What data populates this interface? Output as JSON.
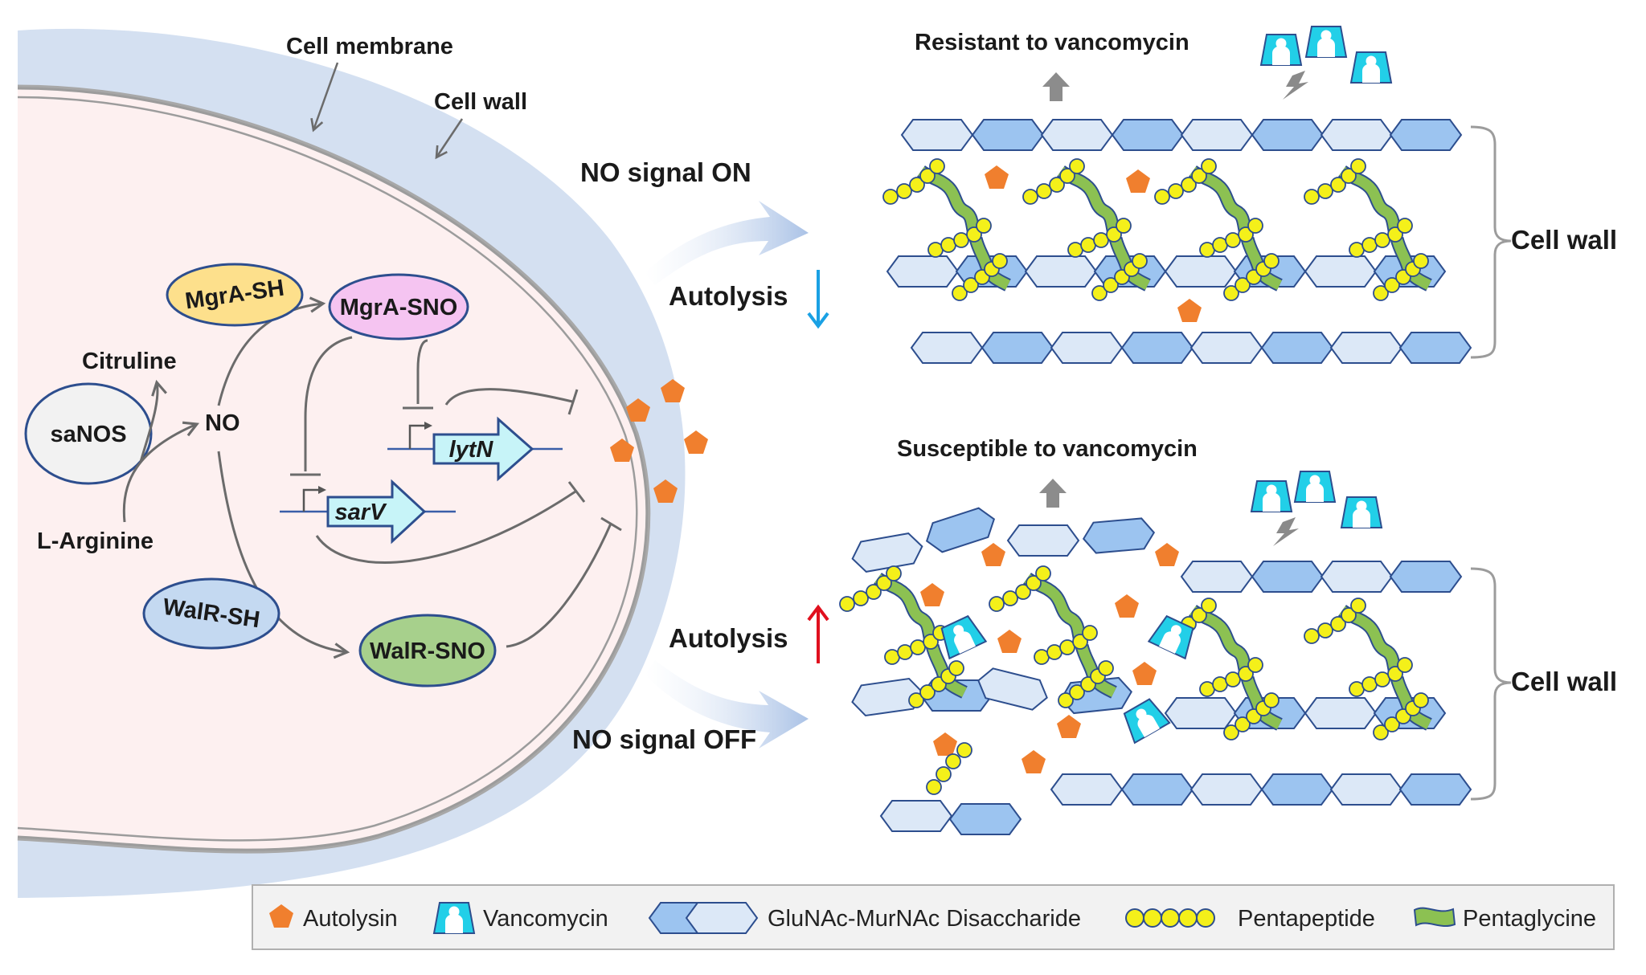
{
  "cell": {
    "membrane_label": "Cell membrane",
    "wall_label": "Cell wall",
    "citruline": "Citruline",
    "sanos": "saNOS",
    "l_arginine": "L-Arginine",
    "no": "NO",
    "mgra_sh": "MgrA-SH",
    "mgra_sno": "MgrA-SNO",
    "walr_sh": "WalR-SH",
    "walr_sno": "WalR-SNO",
    "lytn": "lytN",
    "sarv": "sarV"
  },
  "signals": {
    "on": "NO signal ON",
    "off": "NO signal OFF",
    "autolysis_down": "Autolysis",
    "autolysis_up": "Autolysis"
  },
  "panels": {
    "top_title": "Resistant to vancomycin",
    "bottom_title": "Susceptible to vancomycin",
    "top_brace_label": "Cell wall",
    "bottom_brace_label": "Cell wall"
  },
  "legend": {
    "autolysin": "Autolysin",
    "vancomycin": "Vancomycin",
    "disaccharide": "GluNAc-MurNAc Disaccharide",
    "pentapeptide": "Pentapeptide",
    "pentaglycine": "Pentaglycine"
  },
  "colors": {
    "membrane_band": "#d4e0f1",
    "cytoplasm": "#fdf0f0",
    "autolysin": "#f07f2e",
    "vancomycin": "#22cfe8",
    "hex_dark": "#9cc4f0",
    "hex_light": "#dce8f7",
    "pentapeptide": "#f4f01a",
    "pentaglycine": "#8cc152",
    "mgra_sh": "#fde08c",
    "mgra_sno": "#f5c4f1",
    "walr_sh": "#c4d9f1",
    "walr_sno": "#a7d08c",
    "gene_arrow": "#c7f4f8",
    "arrow_down": "#1aa1e4",
    "arrow_up": "#e0101e"
  }
}
